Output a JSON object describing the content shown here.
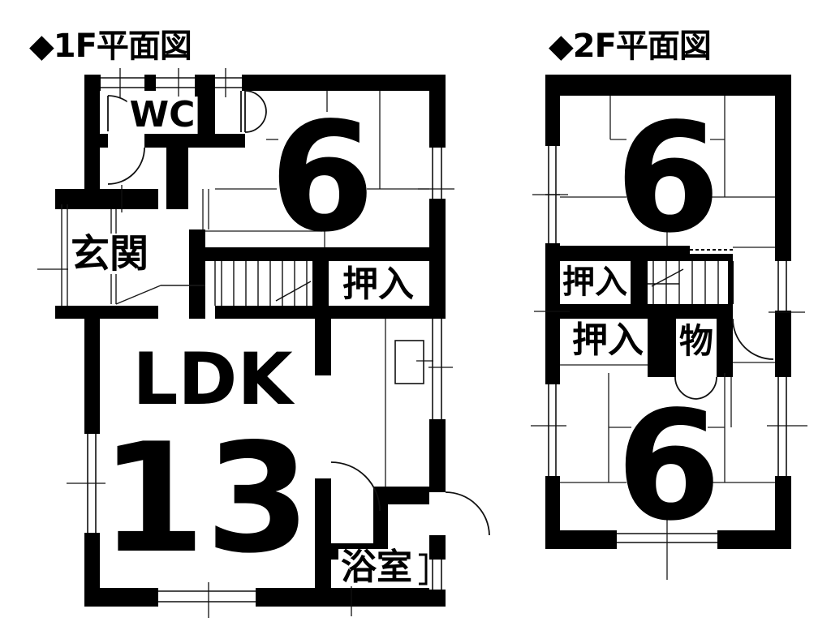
{
  "colors": {
    "wall": "#000000",
    "line": "#1a1a1a",
    "background": "#ffffff"
  },
  "floor1": {
    "title": "◆1F平面図",
    "labels": {
      "wc": "WC",
      "tatami_room": "6",
      "entrance": "玄関",
      "closet": "押入",
      "living": "LDK",
      "living_size": "13",
      "bathroom": "浴室"
    }
  },
  "floor2": {
    "title": "◆2F平面図",
    "labels": {
      "tatami_room_north": "6",
      "closet_upper": "押入",
      "closet_lower": "押入",
      "storage": "物",
      "tatami_room_south": "6"
    }
  }
}
